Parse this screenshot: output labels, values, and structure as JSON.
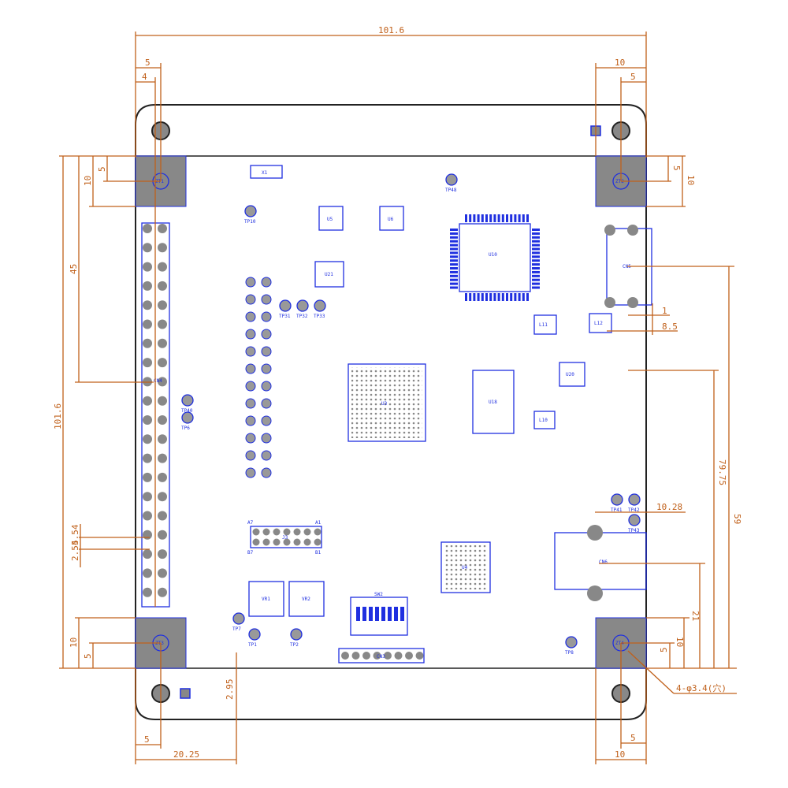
{
  "colors": {
    "dimension": "#c0601a",
    "silkscreen": "#1f2fe0",
    "board_outline": "#222222",
    "pad": "#888888"
  },
  "dimensions": {
    "board_width": "101.6",
    "left_hole_x": "5",
    "left_keepout": "4",
    "right_keepout_w": "10",
    "right_hole_x": "5",
    "board_height": "101.6",
    "left_45": "45",
    "left_top_10": "10",
    "left_top_5": "5",
    "right_top_5": "5",
    "right_top_10": "10",
    "conn_1": "1",
    "conn_8_5": "8.5",
    "right_79_75": "79.75",
    "right_59": "59",
    "right_10_28": "10.28",
    "right_21": "21",
    "right_bot_10": "10",
    "right_bot_5": "5",
    "left_bot_10": "10",
    "left_bot_5": "5",
    "pitch_5_54": "5.54",
    "pitch_2_54": "2.54",
    "bot_left_5": "5",
    "bot_20_25": "20.25",
    "bot_2_95": "2.95",
    "bot_right_5": "5",
    "bot_right_10": "10",
    "hole_note": "4-φ3.4(穴)"
  },
  "components": {
    "fpga": "U3",
    "mcu": "U10",
    "ic_bottom": "U4",
    "sram": "U18",
    "dip_switch": "SW2",
    "header_left": "CN4",
    "header_jtag": "J3",
    "jtag_a7": "A7",
    "jtag_a1": "A1",
    "jtag_b7": "B7",
    "jtag_b1": "B1",
    "header_bottom": "CN3",
    "usb": "CN5",
    "power_jack": "CN6",
    "inductor1": "L11",
    "inductor2": "L12",
    "inductor3": "L10",
    "crystal": "X1",
    "ic_u5": "U5",
    "ic_u6": "U6",
    "ic_u21": "U21",
    "ic_u20": "U20",
    "vr1": "VR1",
    "vr2": "VR2",
    "tp_labels": [
      "TP40",
      "TP6",
      "TP10",
      "TP48",
      "TP31",
      "TP32",
      "TP33",
      "TP41",
      "TP42",
      "TP43",
      "TP7",
      "TP8",
      "TP1",
      "TP2"
    ],
    "mounting_holes": [
      "ZT1",
      "ZT2",
      "ZT3",
      "ZT4"
    ]
  }
}
